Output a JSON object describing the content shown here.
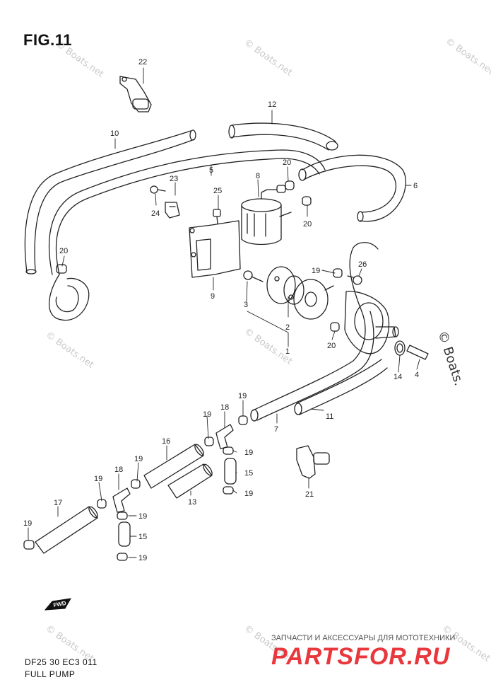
{
  "figure": {
    "title": "FIG.11",
    "code": "DF25 30 EC3  011",
    "caption": "FULL PUMP"
  },
  "watermarks": {
    "boats_net": "© Boats.net",
    "boats_edge": "© Boats."
  },
  "brand": {
    "tagline": "ЗАПЧАСТИ И АКСЕССУАРЫ ДЛЯ МОТОТЕХНИКИ",
    "logo": "PARTSFOR.RU"
  },
  "fwd_label": "FWD",
  "callouts": {
    "c22": "22",
    "c12": "12",
    "c10": "10",
    "c5": "5",
    "c8": "8",
    "c20a": "20",
    "c6": "6",
    "c23": "23",
    "c25": "25",
    "c24": "24",
    "c20b": "20",
    "c20c": "20",
    "c9": "9",
    "c3": "3",
    "c19a": "19",
    "c26": "26",
    "c2": "2",
    "c1": "1",
    "c20d": "20",
    "c14": "14",
    "c4": "4",
    "c19b": "19",
    "c7": "7",
    "c11": "11",
    "c18a": "18",
    "c19c": "19",
    "c16": "16",
    "c19d": "19",
    "c15a": "15",
    "c19e": "19",
    "c18b": "18",
    "c19f": "19",
    "c13": "13",
    "c19g": "19",
    "c17": "17",
    "c19h": "19",
    "c15b": "15",
    "c19i": "19",
    "c19j": "19",
    "c21": "21"
  }
}
